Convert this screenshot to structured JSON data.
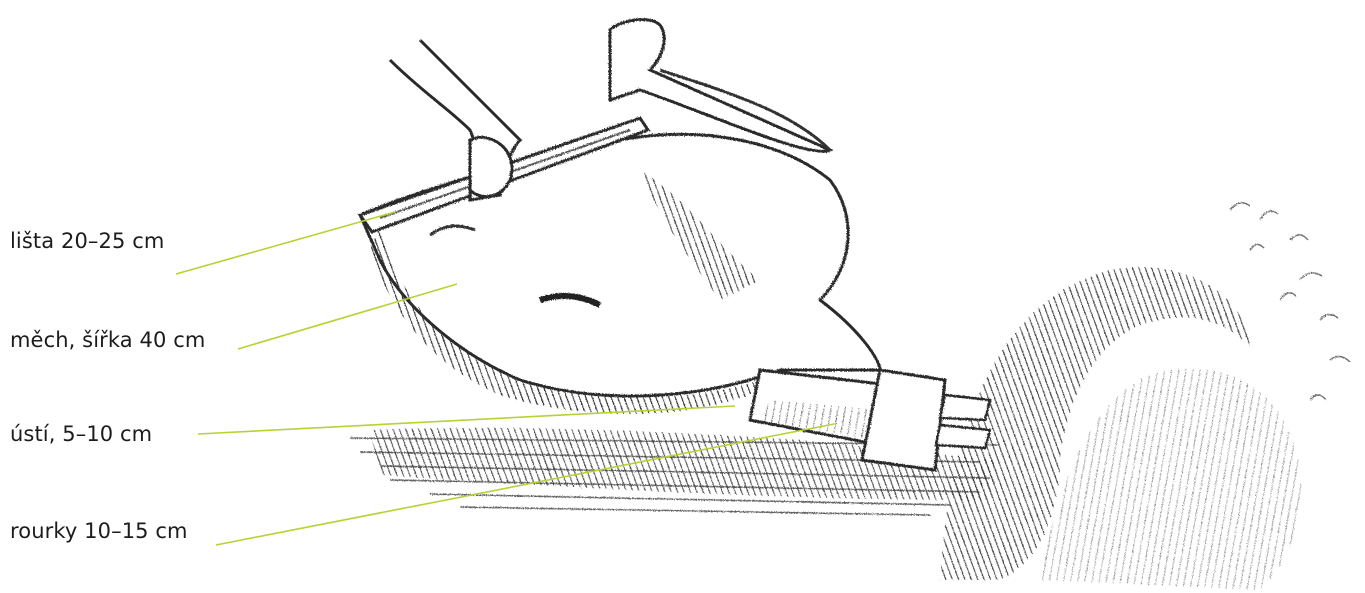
{
  "labels": [
    {
      "text": "lišta 20–25 cm"
    },
    {
      "text": "měch, šířka 40 cm"
    },
    {
      "text": "ústí, 5–10 cm"
    },
    {
      "text": "rourky 10–15 cm"
    }
  ],
  "colors": {
    "pointer_line": "#b5d334",
    "sketch": "#2b2b2b",
    "text": "#1c1c1c"
  },
  "illustration": {
    "subject": "pencil-sketch-bellows-trap-with-hands"
  }
}
